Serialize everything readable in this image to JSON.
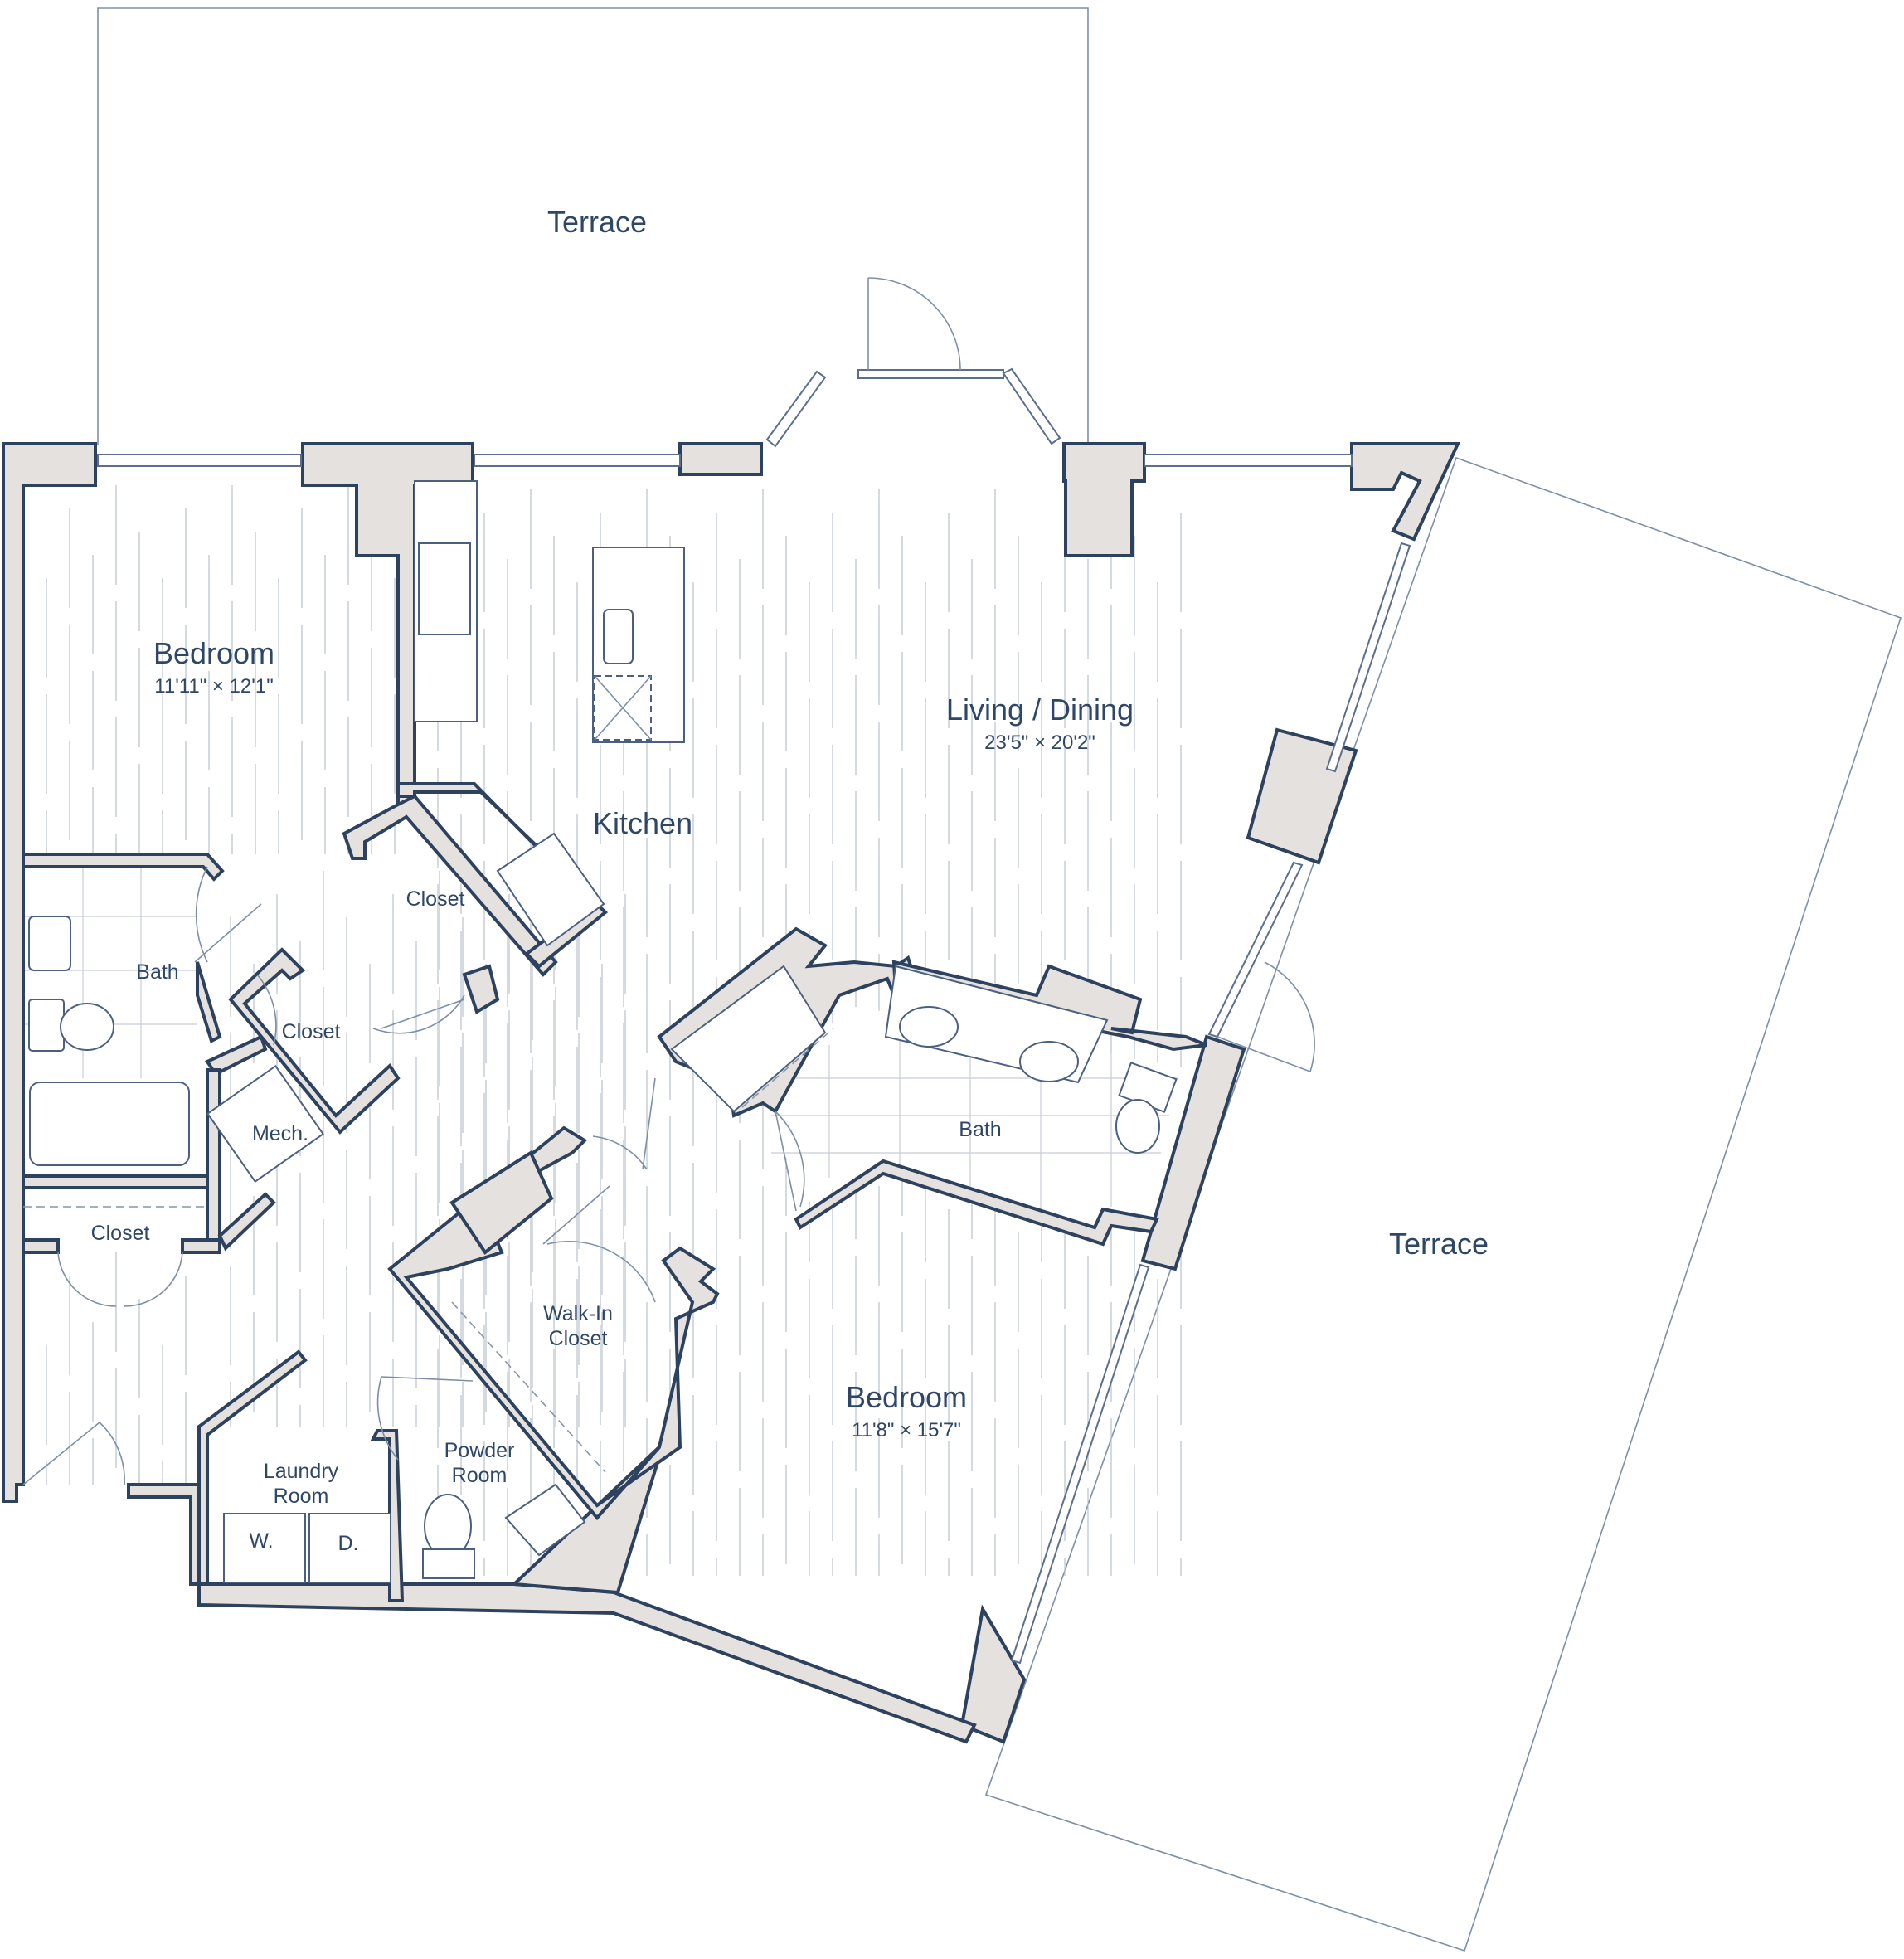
{
  "plan": {
    "rooms": {
      "terrace_top": "Terrace",
      "terrace_right": "Terrace",
      "bedroom_left": "Bedroom",
      "bedroom_left_dim": "11'11\" × 12'1\"",
      "living": "Living / Dining",
      "living_dim": "23'5\" × 20'2\"",
      "kitchen": "Kitchen",
      "closet_a": "Closet",
      "bath_left": "Bath",
      "closet_b": "Closet",
      "mech": "Mech.",
      "closet_c": "Closet",
      "bath_right": "Bath",
      "walkin_1": "Walk-In",
      "walkin_2": "Closet",
      "bedroom_right": "Bedroom",
      "bedroom_right_dim": "11'8\" × 15'7\"",
      "powder_1": "Powder",
      "powder_2": "Room",
      "laundry_1": "Laundry",
      "laundry_2": "Room",
      "washer": "W.",
      "dryer": "D."
    },
    "colors": {
      "wall_fill": "#e5e1de",
      "wall_stroke": "#2d425e",
      "label": "#2f4766"
    }
  }
}
